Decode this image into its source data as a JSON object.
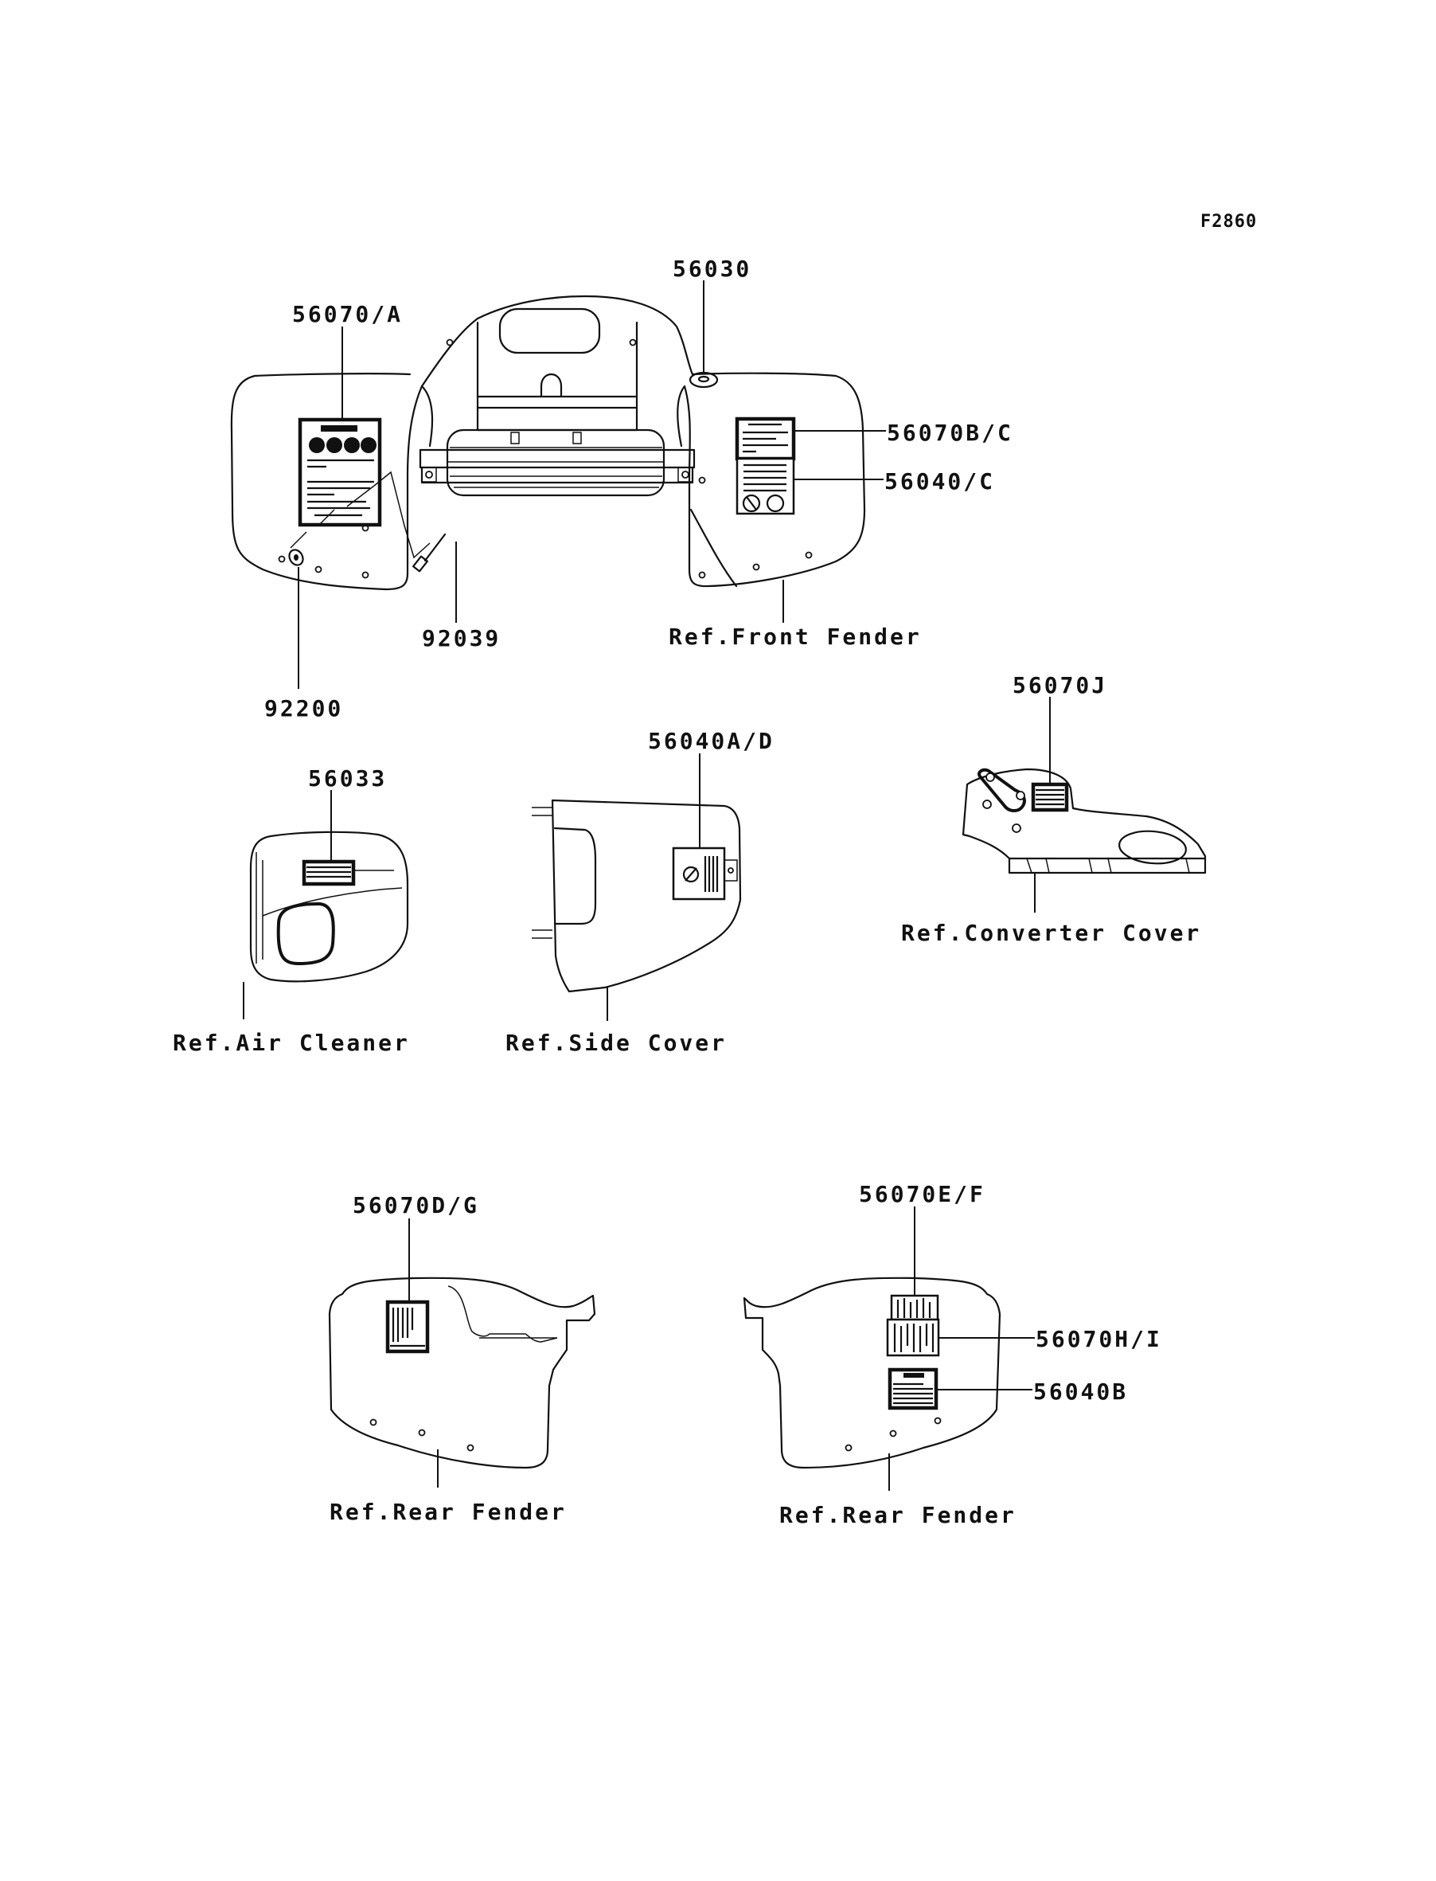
{
  "figure_code": "F2860",
  "groups": {
    "front_fender": {
      "callouts": {
        "decal_a": "56070/A",
        "emblem": "56030",
        "decal_bc": "56070B/C",
        "decal_040c": "56040/C",
        "rivet": "92039",
        "grommet": "92200",
        "reference": "Ref.Front Fender"
      }
    },
    "air_cleaner": {
      "callouts": {
        "decal": "56033",
        "reference": "Ref.Air Cleaner"
      }
    },
    "side_cover": {
      "callouts": {
        "decal": "56040A/D",
        "reference": "Ref.Side Cover"
      }
    },
    "converter_cover": {
      "callouts": {
        "decal": "56070J",
        "reference": "Ref.Converter Cover"
      }
    },
    "rear_fender_left": {
      "callouts": {
        "decal": "56070D/G",
        "reference": "Ref.Rear Fender"
      }
    },
    "rear_fender_right": {
      "callouts": {
        "decal_ef": "56070E/F",
        "decal_hi": "56070H/I",
        "decal_040b": "56040B",
        "reference": "Ref.Rear Fender"
      }
    }
  }
}
